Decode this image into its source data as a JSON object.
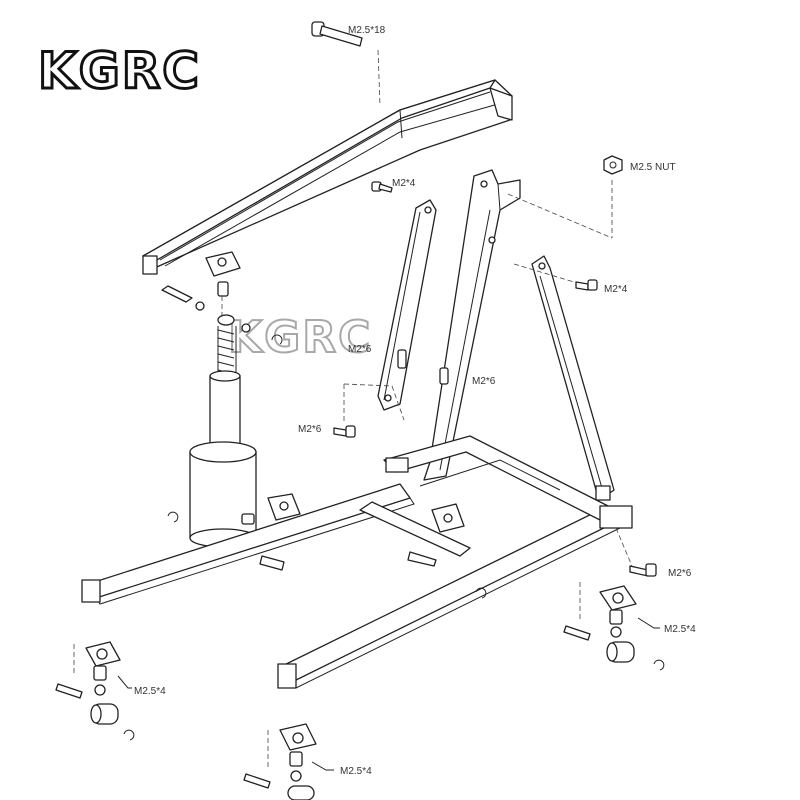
{
  "brand": {
    "logo_text": "KGRC",
    "watermark_text": "KGRC",
    "color": "#111111",
    "watermark_color": "#9a9a9a"
  },
  "labels": {
    "boom_bolt": "M2.5*18",
    "nut": "M2.5 NUT",
    "brace_top_screw": "M2*4",
    "rear_brace_screw": "M2*4",
    "jack_screw": "M2*6",
    "mast_screw": "M2*6",
    "left_screw": "M2*6",
    "rear_foot_screw": "M2*6",
    "rear_caster": "M2.5*4",
    "left_caster": "M2.5*4",
    "front_caster": "M2.5*4"
  },
  "icons": [
    "bolt-icon",
    "nut-icon",
    "screw-icon",
    "caster-wheel-icon",
    "e-clip-icon"
  ]
}
